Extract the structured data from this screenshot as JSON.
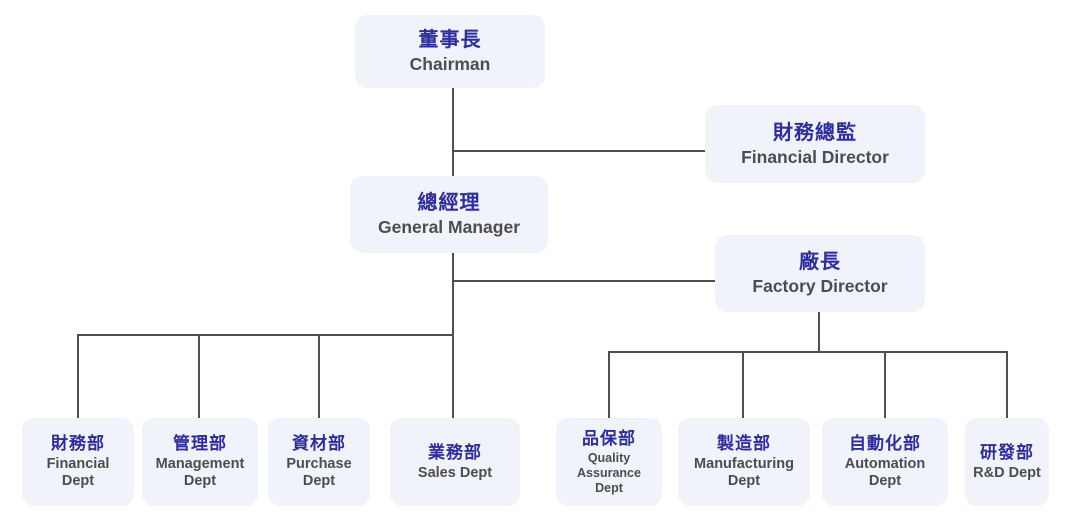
{
  "diagram_type": "organization-chart",
  "colors": {
    "background": "#ffffff",
    "node_fill": "#f0f3fa",
    "chinese_text": "#2d2d9e",
    "english_text": "#4d4d4d",
    "connector_line": "#4f4f4f"
  },
  "nodes": {
    "chairman": {
      "zh": "董事長",
      "en": "Chairman"
    },
    "financial_director": {
      "zh": "財務總監",
      "en": "Financial Director"
    },
    "general_manager": {
      "zh": "總經理",
      "en": "General Manager"
    },
    "factory_director": {
      "zh": "廠長",
      "en": "Factory Director"
    },
    "financial_dept": {
      "zh": "財務部",
      "en": "Financial Dept"
    },
    "management_dept": {
      "zh": "管理部",
      "en": "Management Dept"
    },
    "purchase_dept": {
      "zh": "資材部",
      "en": "Purchase Dept"
    },
    "sales_dept": {
      "zh": "業務部",
      "en": "Sales Dept"
    },
    "quality_assurance_dept": {
      "zh": "品保部",
      "en": "Quality Assurance Dept"
    },
    "manufacturing_dept": {
      "zh": "製造部",
      "en": "Manufacturing Dept"
    },
    "automation_dept": {
      "zh": "自動化部",
      "en": "Automation Dept"
    },
    "rd_dept": {
      "zh": "研發部",
      "en": "R&D Dept"
    }
  },
  "hierarchy": [
    {
      "parent": "chairman",
      "child": "financial_director"
    },
    {
      "parent": "chairman",
      "child": "general_manager"
    },
    {
      "parent": "general_manager",
      "child": "factory_director"
    },
    {
      "parent": "general_manager",
      "child": "financial_dept"
    },
    {
      "parent": "general_manager",
      "child": "management_dept"
    },
    {
      "parent": "general_manager",
      "child": "purchase_dept"
    },
    {
      "parent": "general_manager",
      "child": "sales_dept"
    },
    {
      "parent": "factory_director",
      "child": "quality_assurance_dept"
    },
    {
      "parent": "factory_director",
      "child": "manufacturing_dept"
    },
    {
      "parent": "factory_director",
      "child": "automation_dept"
    },
    {
      "parent": "factory_director",
      "child": "rd_dept"
    }
  ]
}
